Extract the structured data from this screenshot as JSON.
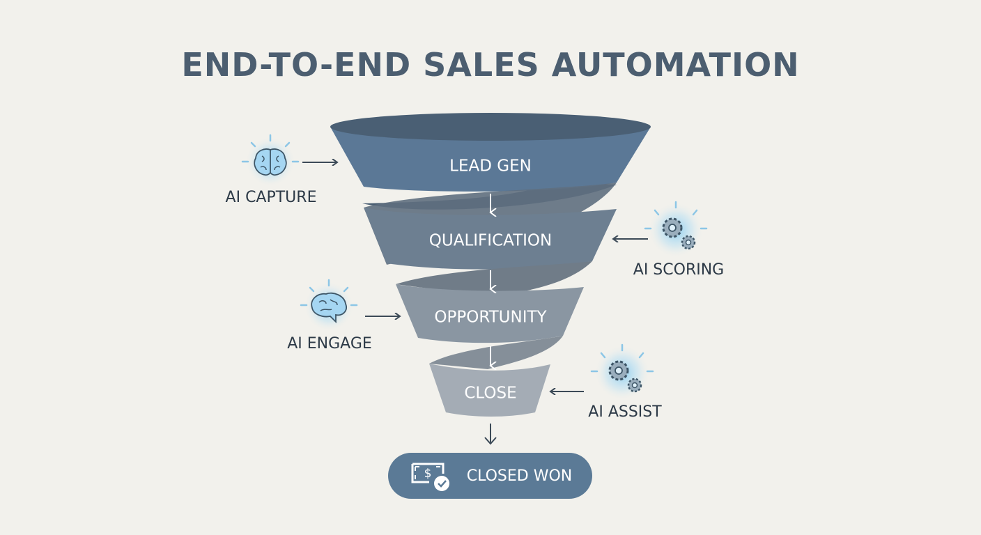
{
  "title": "END-TO-END SALES AUTOMATION",
  "stages": [
    {
      "label": "LEAD GEN",
      "color": "#5b7896"
    },
    {
      "label": "QUALIFICATION",
      "color": "#6d7f91"
    },
    {
      "label": "OPPORTUNITY",
      "color": "#8a96a2"
    },
    {
      "label": "CLOSE",
      "color": "#a4acb5"
    }
  ],
  "ai_steps": [
    {
      "label": "AI CAPTURE",
      "icon": "brain-icon",
      "side": "left",
      "target_stage": "LEAD GEN"
    },
    {
      "label": "AI SCORING",
      "icon": "gears-icon",
      "side": "right",
      "target_stage": "QUALIFICATION"
    },
    {
      "label": "AI ENGAGE",
      "icon": "brain-icon",
      "side": "left",
      "target_stage": "OPPORTUNITY"
    },
    {
      "label": "AI ASSIST",
      "icon": "gears-icon",
      "side": "right",
      "target_stage": "CLOSE"
    }
  ],
  "outcome": {
    "label": "CLOSED WON",
    "icon": "money-check-icon",
    "color": "#5b7a96"
  },
  "colors": {
    "title": "#4c5e70",
    "arrow": "#3c4a57",
    "glow": "#7cc8f0",
    "background": "#f2f1ec"
  }
}
